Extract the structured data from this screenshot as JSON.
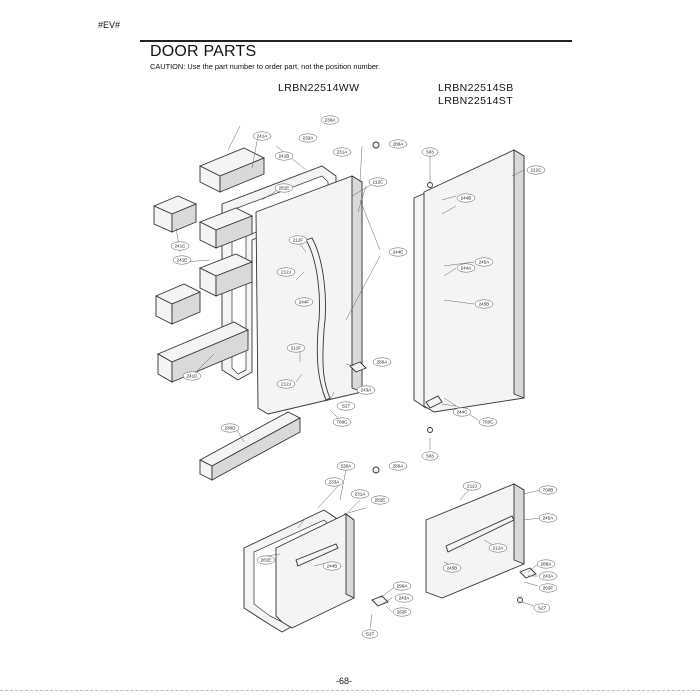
{
  "header": {
    "doc_tag": "#EV#"
  },
  "page": {
    "title": "DOOR PARTS",
    "caution": "CAUTION: Use the part number to order part, not the position number.",
    "page_number": "-68-"
  },
  "models": {
    "left": "LRBN22514WW",
    "right_line1": "LRBN22514SB",
    "right_line2": "LRBN22514ST"
  },
  "callouts": {
    "c230A_top": "230A",
    "c241A": "241A",
    "c233A_top": "233A",
    "c241B": "241B",
    "c231A_top": "231A",
    "c286A_top": "286A",
    "c281E_top": "281E",
    "c212C_l": "212C",
    "c241C": "241C",
    "c212F_top": "212F",
    "c212J_top": "212J",
    "c241E": "241E",
    "c244E": "244E",
    "c244F": "244F",
    "c241D": "241D",
    "c212F_bot": "212F",
    "c212J_bot": "212J",
    "c286A_mid": "286A",
    "c243A_mid": "243A",
    "c S27_mid": "S27",
    "c230D": "230D",
    "c700C_l": "700C",
    "c503_top": "503",
    "c212C_r": "212C",
    "c244B": "244B",
    "c245A_r": "245A",
    "c244A": "244A",
    "c245B_r": "245B",
    "c244C": "244C",
    "c700C_r": "700C",
    "c503_bot": "503",
    "c230A_bot": "230A",
    "c286A_bot": "286A",
    "c233A_bot": "233A",
    "c231A_bot": "231A",
    "c282E": "282E",
    "c281E_bot": "281E",
    "c244B_bot": "244B",
    "c296A": "296A",
    "c243A_bot": "243A",
    "c263F_bot": "263F",
    "c S27_bot": "S27",
    "c212J_r": "212J",
    "c700B": "700B",
    "c245A_b": "245A",
    "c212A": "212A",
    "c245B_b": "245B",
    "c286A_br": "286A",
    "c243A_br": "243A",
    "c263F_br": "263F",
    "c S27_br": "S27"
  }
}
